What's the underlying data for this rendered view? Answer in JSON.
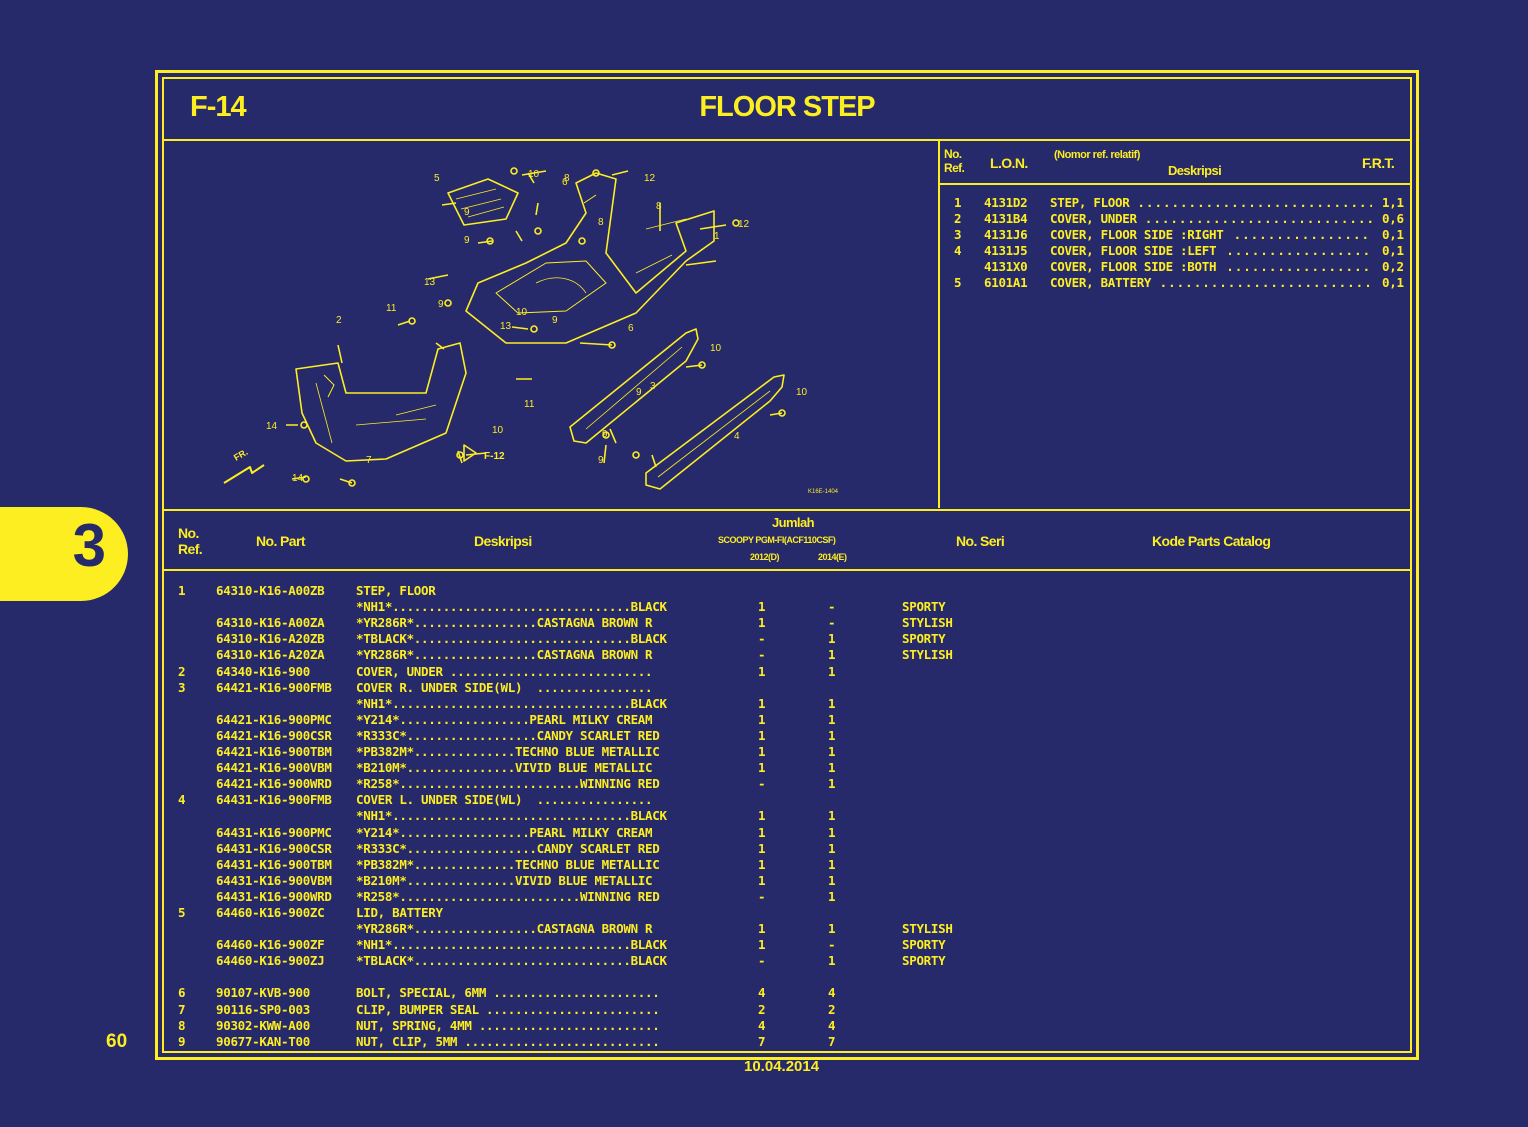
{
  "header": {
    "code": "F-14",
    "title": "FLOOR STEP"
  },
  "section_tab": "3",
  "page_number": "60",
  "date": "10.04.2014",
  "diagram": {
    "callouts": [
      "1",
      "2",
      "3",
      "4",
      "5",
      "6",
      "6",
      "7",
      "8",
      "8",
      "8",
      "9",
      "9",
      "9",
      "9",
      "9",
      "9",
      "9",
      "10",
      "10",
      "10",
      "10",
      "10",
      "11",
      "11",
      "12",
      "12",
      "13",
      "13",
      "14",
      "14"
    ],
    "cross_ref": "F-12",
    "fr_label": "FR.",
    "image_code": "K16E-1404"
  },
  "frt": {
    "headers": {
      "no": "No.",
      "ref": "Ref.",
      "lon": "L.O.N.",
      "nomor": "(Nomor ref. relatif)",
      "deskripsi": "Deskripsi",
      "frt": "F.R.T."
    },
    "rows": [
      {
        "ref": "1",
        "lon": "4131D2",
        "desc": "STEP, FLOOR",
        "frt": "1,1"
      },
      {
        "ref": "2",
        "lon": "4131B4",
        "desc": "COVER, UNDER",
        "frt": "0,6"
      },
      {
        "ref": "3",
        "lon": "4131J6",
        "desc": "COVER, FLOOR SIDE :RIGHT",
        "frt": "0,1"
      },
      {
        "ref": "4",
        "lon": "4131J5",
        "desc": "COVER, FLOOR SIDE :LEFT",
        "frt": "0,1"
      },
      {
        "ref": "",
        "lon": "4131X0",
        "desc": "COVER, FLOOR SIDE :BOTH",
        "frt": "0,2"
      },
      {
        "ref": "5",
        "lon": "6101A1",
        "desc": "COVER, BATTERY",
        "frt": "0,1"
      }
    ]
  },
  "parts": {
    "headers": {
      "no": "No.",
      "ref": "Ref.",
      "part": "No. Part",
      "desc": "Deskripsi",
      "jumlah": "Jumlah",
      "model": "SCOOPY PGM-FI(ACF110CSF)",
      "year1": "2012(D)",
      "year2": "2014(E)",
      "seri": "No. Seri",
      "kode": "Kode Parts Catalog"
    },
    "rows": [
      {
        "ref": "1",
        "part": "64310-K16-A00ZB",
        "desc": "STEP, FLOOR",
        "q1": "",
        "q2": "",
        "seri": ""
      },
      {
        "ref": "",
        "part": "",
        "desc": "*NH1*.................................BLACK",
        "q1": "1",
        "q2": "-",
        "seri": "SPORTY"
      },
      {
        "ref": "",
        "part": "64310-K16-A00ZA",
        "desc": "*YR286R*.................CASTAGNA BROWN R",
        "q1": "1",
        "q2": "-",
        "seri": "STYLISH"
      },
      {
        "ref": "",
        "part": "64310-K16-A20ZB",
        "desc": "*TBLACK*..............................BLACK",
        "q1": "-",
        "q2": "1",
        "seri": "SPORTY"
      },
      {
        "ref": "",
        "part": "64310-K16-A20ZA",
        "desc": "*YR286R*.................CASTAGNA BROWN R",
        "q1": "-",
        "q2": "1",
        "seri": "STYLISH"
      },
      {
        "ref": "2",
        "part": "64340-K16-900",
        "desc": "COVER, UNDER ............................",
        "q1": "1",
        "q2": "1",
        "seri": ""
      },
      {
        "ref": "3",
        "part": "64421-K16-900FMB",
        "desc": "COVER R. UNDER SIDE(WL)  ................",
        "q1": "",
        "q2": "",
        "seri": ""
      },
      {
        "ref": "",
        "part": "",
        "desc": "*NH1*.................................BLACK",
        "q1": "1",
        "q2": "1",
        "seri": ""
      },
      {
        "ref": "",
        "part": "64421-K16-900PMC",
        "desc": "*Y214*..................PEARL MILKY CREAM",
        "q1": "1",
        "q2": "1",
        "seri": ""
      },
      {
        "ref": "",
        "part": "64421-K16-900CSR",
        "desc": "*R333C*..................CANDY SCARLET RED",
        "q1": "1",
        "q2": "1",
        "seri": ""
      },
      {
        "ref": "",
        "part": "64421-K16-900TBM",
        "desc": "*PB382M*..............TECHNO BLUE METALLIC",
        "q1": "1",
        "q2": "1",
        "seri": ""
      },
      {
        "ref": "",
        "part": "64421-K16-900VBM",
        "desc": "*B210M*...............VIVID BLUE METALLIC",
        "q1": "1",
        "q2": "1",
        "seri": ""
      },
      {
        "ref": "",
        "part": "64421-K16-900WRD",
        "desc": "*R258*.........................WINNING RED",
        "q1": "-",
        "q2": "1",
        "seri": ""
      },
      {
        "ref": "4",
        "part": "64431-K16-900FMB",
        "desc": "COVER L. UNDER SIDE(WL)  ................",
        "q1": "",
        "q2": "",
        "seri": ""
      },
      {
        "ref": "",
        "part": "",
        "desc": "*NH1*.................................BLACK",
        "q1": "1",
        "q2": "1",
        "seri": ""
      },
      {
        "ref": "",
        "part": "64431-K16-900PMC",
        "desc": "*Y214*..................PEARL MILKY CREAM",
        "q1": "1",
        "q2": "1",
        "seri": ""
      },
      {
        "ref": "",
        "part": "64431-K16-900CSR",
        "desc": "*R333C*..................CANDY SCARLET RED",
        "q1": "1",
        "q2": "1",
        "seri": ""
      },
      {
        "ref": "",
        "part": "64431-K16-900TBM",
        "desc": "*PB382M*..............TECHNO BLUE METALLIC",
        "q1": "1",
        "q2": "1",
        "seri": ""
      },
      {
        "ref": "",
        "part": "64431-K16-900VBM",
        "desc": "*B210M*...............VIVID BLUE METALLIC",
        "q1": "1",
        "q2": "1",
        "seri": ""
      },
      {
        "ref": "",
        "part": "64431-K16-900WRD",
        "desc": "*R258*.........................WINNING RED",
        "q1": "-",
        "q2": "1",
        "seri": ""
      },
      {
        "ref": "5",
        "part": "64460-K16-900ZC",
        "desc": "LID, BATTERY",
        "q1": "",
        "q2": "",
        "seri": ""
      },
      {
        "ref": "",
        "part": "",
        "desc": "*YR286R*.................CASTAGNA BROWN R",
        "q1": "1",
        "q2": "1",
        "seri": "STYLISH"
      },
      {
        "ref": "",
        "part": "64460-K16-900ZF",
        "desc": "*NH1*.................................BLACK",
        "q1": "1",
        "q2": "-",
        "seri": "SPORTY"
      },
      {
        "ref": "",
        "part": "64460-K16-900ZJ",
        "desc": "*TBLACK*..............................BLACK",
        "q1": "-",
        "q2": "1",
        "seri": "SPORTY"
      },
      {
        "ref": "6",
        "part": "90107-KVB-900",
        "desc": "BOLT, SPECIAL, 6MM .......................",
        "q1": "4",
        "q2": "4",
        "seri": ""
      },
      {
        "ref": "7",
        "part": "90116-SP0-003",
        "desc": "CLIP, BUMPER SEAL ........................",
        "q1": "2",
        "q2": "2",
        "seri": ""
      },
      {
        "ref": "8",
        "part": "90302-KWW-A00",
        "desc": "NUT, SPRING, 4MM .........................",
        "q1": "4",
        "q2": "4",
        "seri": ""
      },
      {
        "ref": "9",
        "part": "90677-KAN-T00",
        "desc": "NUT, CLIP, 5MM ...........................",
        "q1": "7",
        "q2": "7",
        "seri": ""
      }
    ]
  },
  "colors": {
    "background": "#26296a",
    "ink": "#fdee21"
  }
}
